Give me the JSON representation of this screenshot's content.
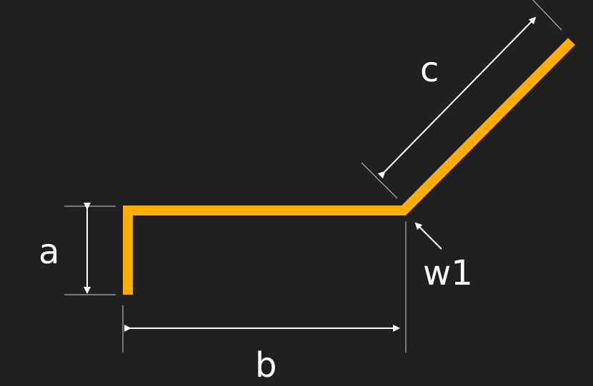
{
  "labels": {
    "a": "a",
    "b": "b",
    "c": "c",
    "w1": "w1"
  },
  "colors": {
    "background": "#202020",
    "profile": "#ffad00",
    "dimension": "#ffffff"
  }
}
